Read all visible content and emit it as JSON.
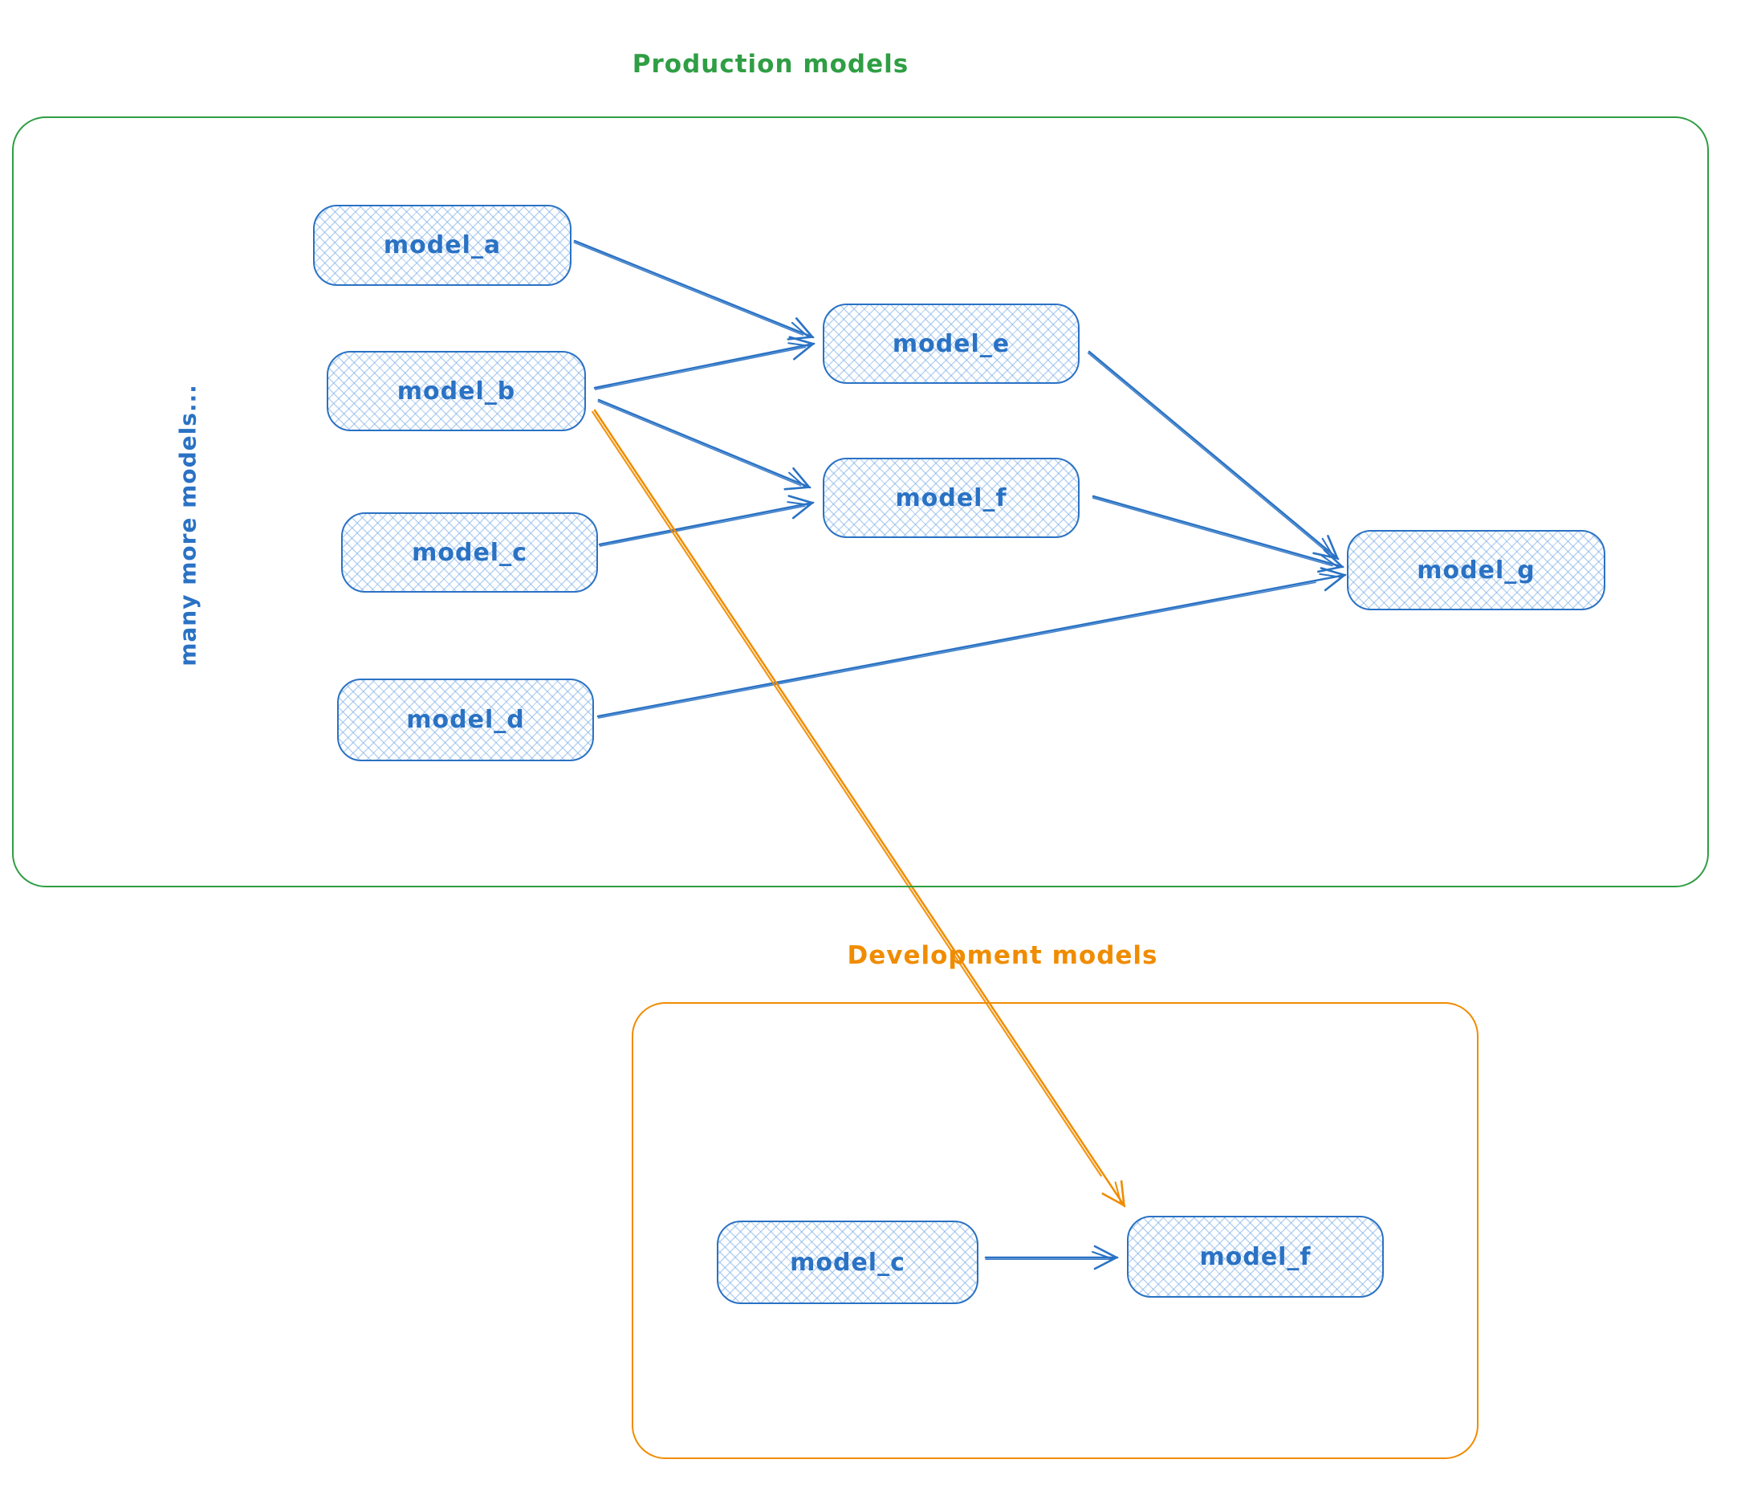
{
  "diagram": {
    "colors": {
      "blue": "#2a72c4",
      "green": "#2f9e44",
      "orange": "#f08c00",
      "fill_hatch": "rgba(125, 175, 230, 0.55)"
    },
    "production": {
      "label": "Production models",
      "side_note": "many more models...",
      "nodes": [
        {
          "id": "model_a",
          "label": "model_a"
        },
        {
          "id": "model_b",
          "label": "model_b"
        },
        {
          "id": "model_c",
          "label": "model_c"
        },
        {
          "id": "model_d",
          "label": "model_d"
        },
        {
          "id": "model_e",
          "label": "model_e"
        },
        {
          "id": "model_f",
          "label": "model_f"
        },
        {
          "id": "model_g",
          "label": "model_g"
        }
      ]
    },
    "development": {
      "label": "Development models",
      "nodes": [
        {
          "id": "dev_model_c",
          "label": "model_c"
        },
        {
          "id": "dev_model_f",
          "label": "model_f"
        }
      ]
    },
    "edges": [
      {
        "id": "a-e",
        "from": "model_a",
        "to": "model_e",
        "color": "blue"
      },
      {
        "id": "b-e",
        "from": "model_b",
        "to": "model_e",
        "color": "blue"
      },
      {
        "id": "b-f",
        "from": "model_b",
        "to": "model_f",
        "color": "blue"
      },
      {
        "id": "c-f",
        "from": "model_c",
        "to": "model_f",
        "color": "blue"
      },
      {
        "id": "e-g",
        "from": "model_e",
        "to": "model_g",
        "color": "blue"
      },
      {
        "id": "f-g",
        "from": "model_f",
        "to": "model_g",
        "color": "blue"
      },
      {
        "id": "d-g",
        "from": "model_d",
        "to": "model_g",
        "color": "blue"
      },
      {
        "id": "b-devf",
        "from": "model_b",
        "to": "dev_model_f",
        "color": "orange"
      },
      {
        "id": "devc-devf",
        "from": "dev_model_c",
        "to": "dev_model_f",
        "color": "blue"
      }
    ]
  }
}
